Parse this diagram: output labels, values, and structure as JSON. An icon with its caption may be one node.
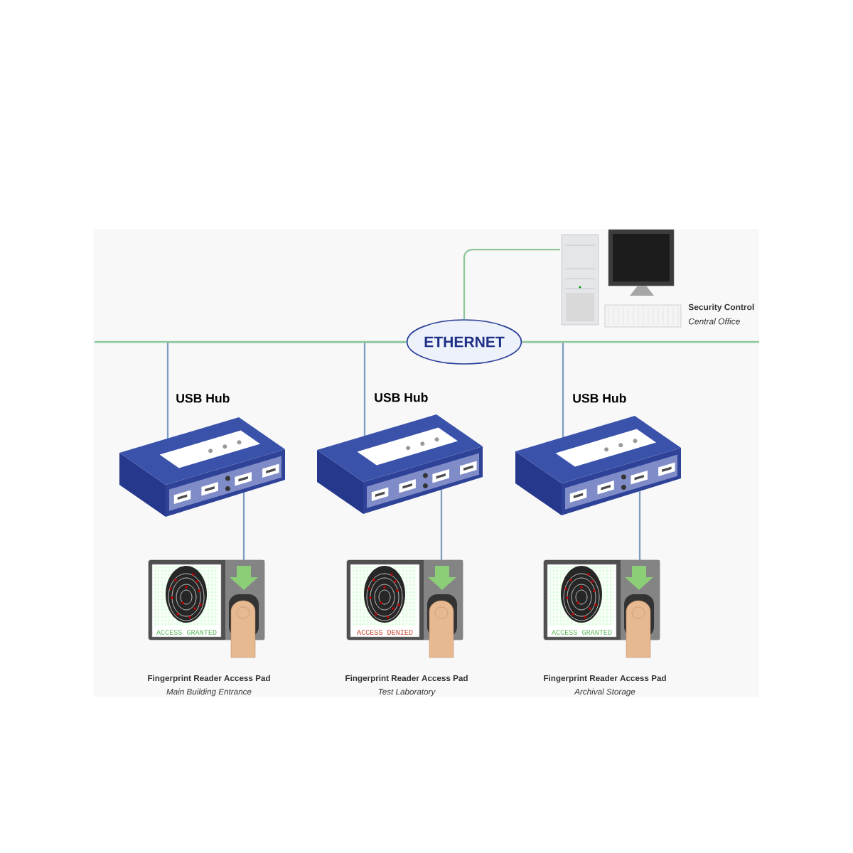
{
  "diagram": {
    "nodes": [
      {
        "text": [
          "ETHERNET"
        ]
      },
      {
        "text": [],
        "shape": "picture",
        "beside": [
          "Security Control",
          "Central Office"
        ]
      },
      {
        "text": [],
        "shape": "picture",
        "beside": [
          "USB Hub"
        ]
      },
      {
        "text": [],
        "shape": "picture",
        "beside": [
          "USB Hub"
        ]
      },
      {
        "text": [],
        "shape": "picture",
        "beside": [
          "USB Hub"
        ]
      },
      {
        "text": [
          "ACCESS GRANTED"
        ],
        "beside": [
          "Fingerprint Reader Access Pad",
          "Main Building Entrance"
        ]
      },
      {
        "text": [
          "ACCESS DENIED"
        ],
        "beside": [
          "Fingerprint Reader Access Pad",
          "Test Laboratory"
        ]
      },
      {
        "text": [
          "ACCESS GRANTED"
        ],
        "beside": [
          "Fingerprint Reader Access Pad",
          "Archival Storage"
        ]
      }
    ],
    "edges": [
      {
        "from": 0,
        "to": 1,
        "arrow": "none",
        "color": "#8cc79a"
      },
      {
        "from": 0,
        "to": 2,
        "arrow": "none"
      },
      {
        "from": 0,
        "to": 3,
        "arrow": "none"
      },
      {
        "from": 0,
        "to": 4,
        "arrow": "none"
      },
      {
        "from": 2,
        "to": 5,
        "arrow": "none"
      },
      {
        "from": 3,
        "to": 6,
        "arrow": "none"
      },
      {
        "from": 4,
        "to": 7,
        "arrow": "none"
      }
    ]
  }
}
